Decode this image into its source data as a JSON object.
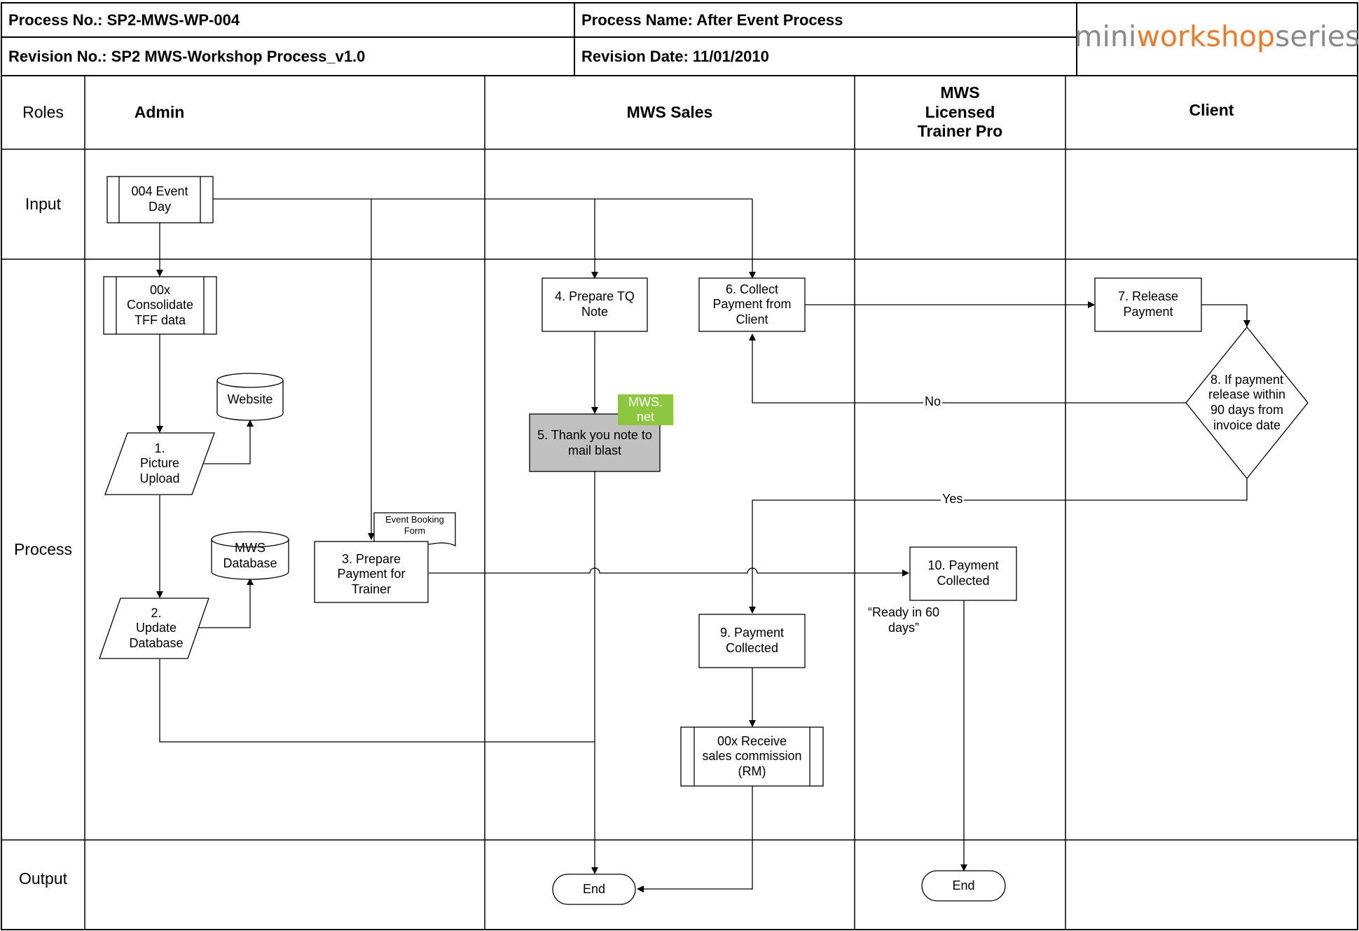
{
  "header": {
    "process_no": "Process No.:  SP2-MWS-WP-004",
    "process_name": "Process Name: After Event Process",
    "revision_no": "Revision No.:  SP2 MWS-Workshop Process_v1.0",
    "revision_date": "Revision Date:  11/01/2010",
    "logo": {
      "part1": "mini",
      "part2": "workshop",
      "part3": "series"
    }
  },
  "colors": {
    "logo_gray": "#8a8a8a",
    "logo_orange": "#ee7a2a",
    "tag_green": "#8dc63f",
    "highlight_box": "#c0c0c0"
  },
  "lanes": {
    "roles": "Roles",
    "admin": "Admin",
    "sales": "MWS Sales",
    "trainer": [
      "MWS",
      "Licensed",
      "Trainer Pro"
    ],
    "client": "Client"
  },
  "rows": {
    "input": "Input",
    "process": "Process",
    "output": "Output"
  },
  "nodes": {
    "event_day": [
      "004 Event",
      "Day"
    ],
    "consolidate": [
      "00x",
      "Consolidate",
      "TFF data"
    ],
    "website": "Website",
    "picture_upload": [
      "1.",
      "Picture",
      "Upload"
    ],
    "mws_database": [
      "MWS",
      "Database"
    ],
    "update_database": [
      "2.",
      "Update",
      "Database"
    ],
    "booking_form": [
      "Event Booking",
      "Form"
    ],
    "prepare_payment": [
      "3. Prepare",
      "Payment for",
      "Trainer"
    ],
    "prepare_tq": [
      "4. Prepare TQ",
      "Note"
    ],
    "mws_net": [
      "MWS.",
      "net"
    ],
    "thank_you": [
      "5. Thank you note to",
      "mail blast"
    ],
    "collect_payment": [
      "6. Collect",
      "Payment from",
      "Client"
    ],
    "release_payment": [
      "7. Release",
      "Payment"
    ],
    "if_payment": [
      "8. If payment",
      "release within",
      "90 days from",
      "invoice date"
    ],
    "payment_collected_9": [
      "9. Payment",
      "Collected"
    ],
    "receive_commission": [
      "00x Receive",
      "sales commission",
      "(RM)"
    ],
    "payment_collected_10": [
      "10. Payment",
      "Collected"
    ],
    "ready_note": [
      "“Ready in 60",
      "days”"
    ],
    "end_sales": "End",
    "end_trainer": "End"
  },
  "edge_labels": {
    "no": "No",
    "yes": "Yes"
  }
}
